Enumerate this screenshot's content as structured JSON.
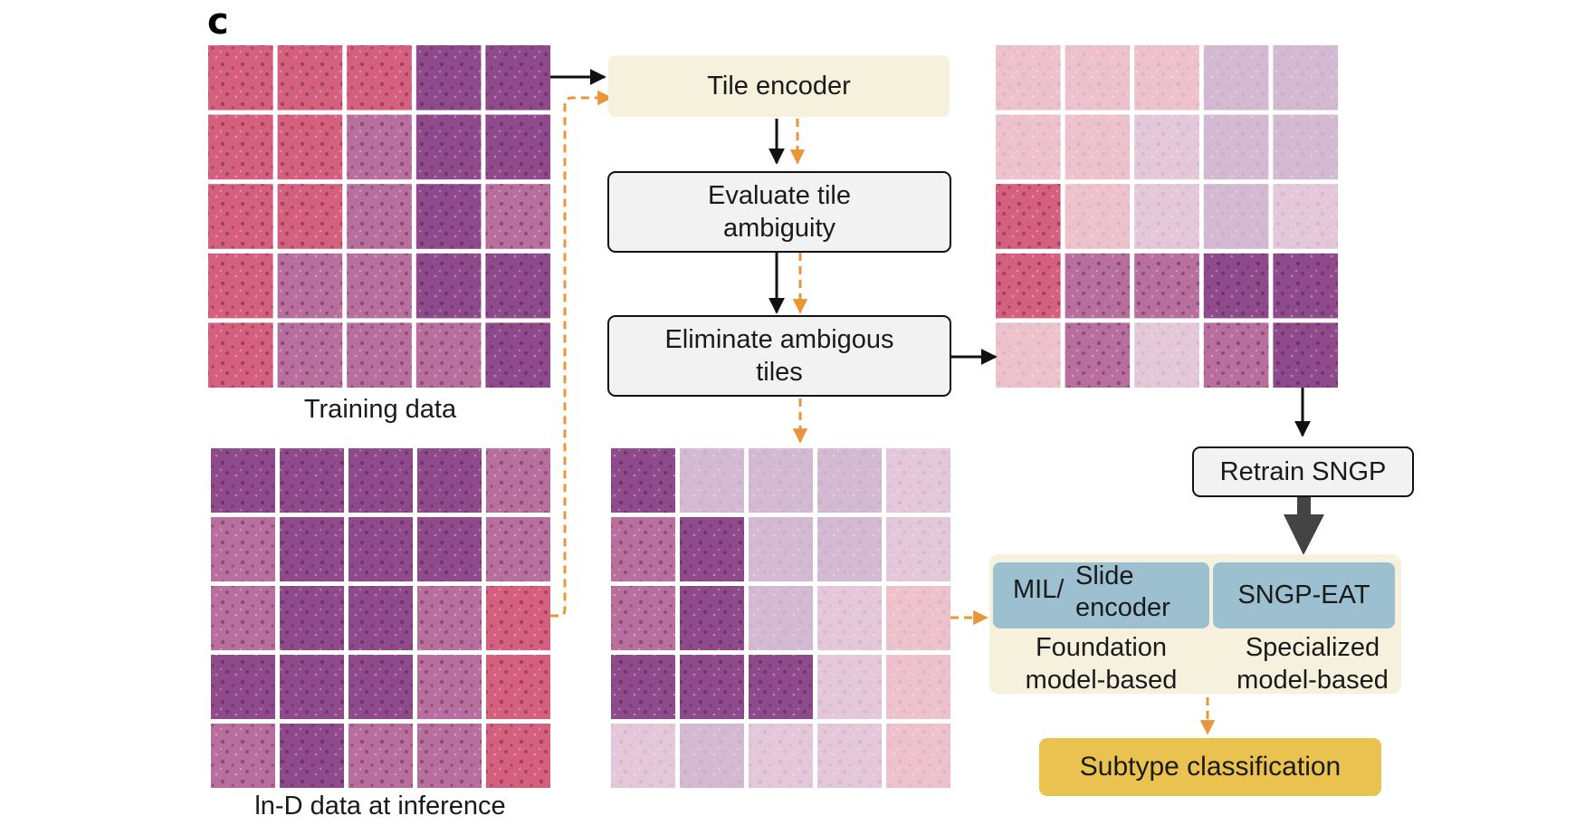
{
  "figure": {
    "panel_label": "c"
  },
  "captions": {
    "training": "Training data",
    "inference": "ln-D data at inference"
  },
  "boxes": {
    "tile_encoder": "Tile encoder",
    "evaluate_line1": "Evaluate tile",
    "evaluate_line2": "ambiguity",
    "eliminate_line1": "Eliminate ambigous",
    "eliminate_line2": "tiles",
    "retrain": "Retrain SNGP",
    "mil_prefix": "MIL/",
    "slide_line1": "Slide",
    "slide_line2": "encoder",
    "sngp_eat": "SNGP-EAT",
    "foundation_line1": "Foundation",
    "foundation_line2": "model-based",
    "specialized_line1": "Specialized",
    "specialized_line2": "model-based",
    "subtype": "Subtype classification"
  },
  "grids": {
    "training": {
      "kept": [
        [
          1,
          1,
          1,
          1,
          1
        ],
        [
          1,
          1,
          1,
          1,
          1
        ],
        [
          1,
          1,
          1,
          1,
          1
        ],
        [
          1,
          1,
          1,
          1,
          1
        ],
        [
          1,
          1,
          1,
          1,
          1
        ]
      ],
      "tone": [
        [
          "red",
          "red",
          "red",
          "purple",
          "purple"
        ],
        [
          "red",
          "red",
          "mixed",
          "purple",
          "purple"
        ],
        [
          "red",
          "red",
          "mixed",
          "purple",
          "mixed"
        ],
        [
          "red",
          "mixed",
          "mixed",
          "purple",
          "purple"
        ],
        [
          "red",
          "mixed",
          "mixed",
          "mixed",
          "purple"
        ]
      ]
    },
    "training_filtered": {
      "kept": [
        [
          0,
          0,
          0,
          0,
          0
        ],
        [
          0,
          0,
          0,
          0,
          0
        ],
        [
          1,
          0,
          0,
          0,
          0
        ],
        [
          1,
          1,
          1,
          1,
          1
        ],
        [
          0,
          1,
          0,
          1,
          1
        ]
      ],
      "tone": [
        [
          "red",
          "red",
          "red",
          "purple",
          "purple"
        ],
        [
          "red",
          "red",
          "mixed",
          "purple",
          "purple"
        ],
        [
          "red",
          "red",
          "mixed",
          "purple",
          "mixed"
        ],
        [
          "red",
          "mixed",
          "mixed",
          "purple",
          "purple"
        ],
        [
          "red",
          "mixed",
          "mixed",
          "mixed",
          "purple"
        ]
      ]
    },
    "inference": {
      "kept": [
        [
          1,
          1,
          1,
          1,
          1
        ],
        [
          1,
          1,
          1,
          1,
          1
        ],
        [
          1,
          1,
          1,
          1,
          1
        ],
        [
          1,
          1,
          1,
          1,
          1
        ],
        [
          1,
          1,
          1,
          1,
          1
        ]
      ],
      "tone": [
        [
          "purple",
          "purple",
          "purple",
          "purple",
          "mixed"
        ],
        [
          "mixed",
          "purple",
          "purple",
          "purple",
          "mixed"
        ],
        [
          "mixed",
          "purple",
          "purple",
          "mixed",
          "red"
        ],
        [
          "purple",
          "purple",
          "purple",
          "mixed",
          "red"
        ],
        [
          "mixed",
          "purple",
          "mixed",
          "mixed",
          "red"
        ]
      ]
    },
    "inference_filtered": {
      "kept": [
        [
          1,
          0,
          0,
          0,
          0
        ],
        [
          1,
          1,
          0,
          0,
          0
        ],
        [
          1,
          1,
          0,
          0,
          0
        ],
        [
          1,
          1,
          1,
          0,
          0
        ],
        [
          0,
          0,
          0,
          0,
          0
        ]
      ],
      "tone": [
        [
          "purple",
          "purple",
          "purple",
          "purple",
          "mixed"
        ],
        [
          "mixed",
          "purple",
          "purple",
          "purple",
          "mixed"
        ],
        [
          "mixed",
          "purple",
          "purple",
          "mixed",
          "red"
        ],
        [
          "purple",
          "purple",
          "purple",
          "mixed",
          "red"
        ],
        [
          "mixed",
          "purple",
          "mixed",
          "mixed",
          "red"
        ]
      ]
    }
  },
  "colors": {
    "background": "#ffffff",
    "training_flow": "#111111",
    "inference_flow": "#e9963a",
    "tile_encoder_fill": "#f6f1dd",
    "box_fill": "#f2f2f2",
    "blue_fill": "#9cc0d0",
    "subtype_fill": "#e9c24f",
    "tile_red": "#d4607e",
    "tile_purple": "#8f4a8c",
    "tile_mixed": "#b96f9d"
  }
}
